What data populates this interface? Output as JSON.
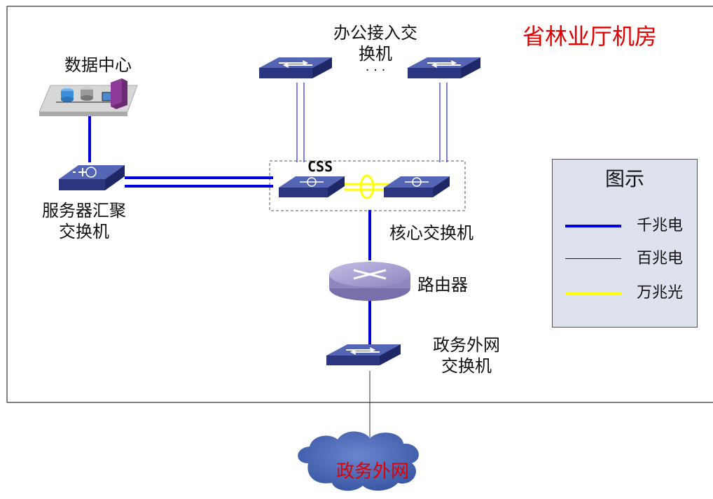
{
  "title": "省林业厅机房",
  "labels": {
    "data_center": "数据中心",
    "office_access_line1": "办公接入交",
    "office_access_line2": "换机",
    "ellipsis": "· · ·",
    "server_agg_line1": "服务器汇聚",
    "server_agg_line2": "交换机",
    "css": "CSS",
    "core_switch": "核心交换机",
    "router": "路由器",
    "gov_switch_line1": "政务外网",
    "gov_switch_line2": "交换机",
    "cloud": "政务外网"
  },
  "legend": {
    "title": "图示",
    "items": [
      {
        "label": "千兆电",
        "color": "#0000e0",
        "style": "thick"
      },
      {
        "label": "百兆电",
        "color": "#0000e0",
        "style": "thin"
      },
      {
        "label": "万兆光",
        "color": "#ffff00",
        "style": "thick"
      }
    ]
  },
  "colors": {
    "title": "#e00000",
    "gigabit": "#0000e0",
    "ten_gigabit": "#ffff00",
    "device": "#2e3c8c",
    "router": "#9a93c8",
    "cloud": "#3f5fb0",
    "legend_bg": "#dde2ee"
  },
  "icons": {
    "data_center": "server-rack-icon",
    "access_switch": "layer2-switch-icon",
    "core_switch": "layer3-switch-icon",
    "router": "router-icon",
    "cloud": "cloud-icon"
  }
}
